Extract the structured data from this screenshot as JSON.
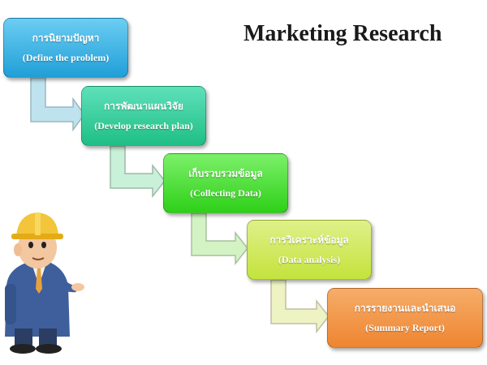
{
  "title": "Marketing Research",
  "steps": [
    {
      "thai": "การนิยามปัญหา",
      "english": "(Define the problem)",
      "color": "#2aa7de"
    },
    {
      "thai": "การพัฒนาแผนวิจัย",
      "english": "(Develop research plan)",
      "color": "#2fc78f"
    },
    {
      "thai": "เก็บรวบรวมข้อมูล",
      "english": "(Collecting Data)",
      "color": "#3fd82a"
    },
    {
      "thai": "การวิเคราะห์ข้อมูล",
      "english": "(Data analysis)",
      "color": "#c9e64a"
    },
    {
      "thai": "การรายงานและนำเสนอ",
      "english": "(Summary Report)",
      "color": "#ef8c3a"
    }
  ],
  "connector_colors": [
    "#bfe3ee",
    "#c9f0d8",
    "#d3f3c4",
    "#edf3c2",
    "#f6d6dc"
  ]
}
